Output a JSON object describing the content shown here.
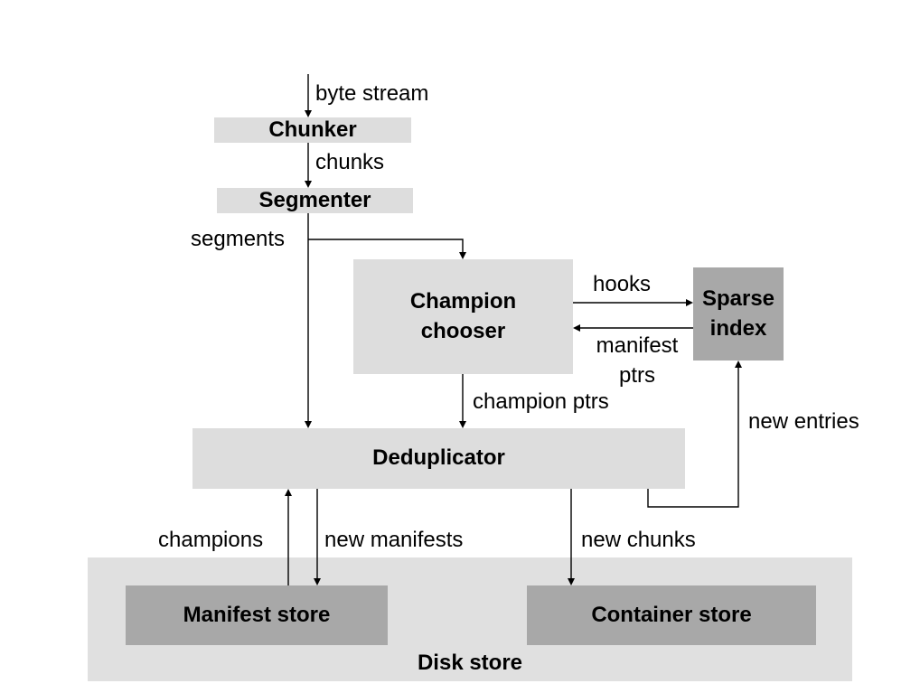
{
  "nodes": {
    "chunker": "Chunker",
    "segmenter": "Segmenter",
    "champion_chooser": [
      "Champion",
      "chooser"
    ],
    "sparse_index": [
      "Sparse",
      "index"
    ],
    "deduplicator": "Deduplicator",
    "manifest_store": "Manifest store",
    "container_store": "Container store",
    "disk_store": "Disk store"
  },
  "edges": {
    "byte_stream": "byte stream",
    "chunks": "chunks",
    "segments": "segments",
    "hooks": "hooks",
    "manifest_ptrs": [
      "manifest",
      "ptrs"
    ],
    "champion_ptrs": "champion ptrs",
    "new_entries": "new entries",
    "champions": "champions",
    "new_manifests": "new manifests",
    "new_chunks": "new chunks"
  },
  "colors": {
    "light_box": "#dddddd",
    "dark_box": "#a8a8a8",
    "disk_container": "#e0e0e0",
    "arrow": "#000000"
  }
}
